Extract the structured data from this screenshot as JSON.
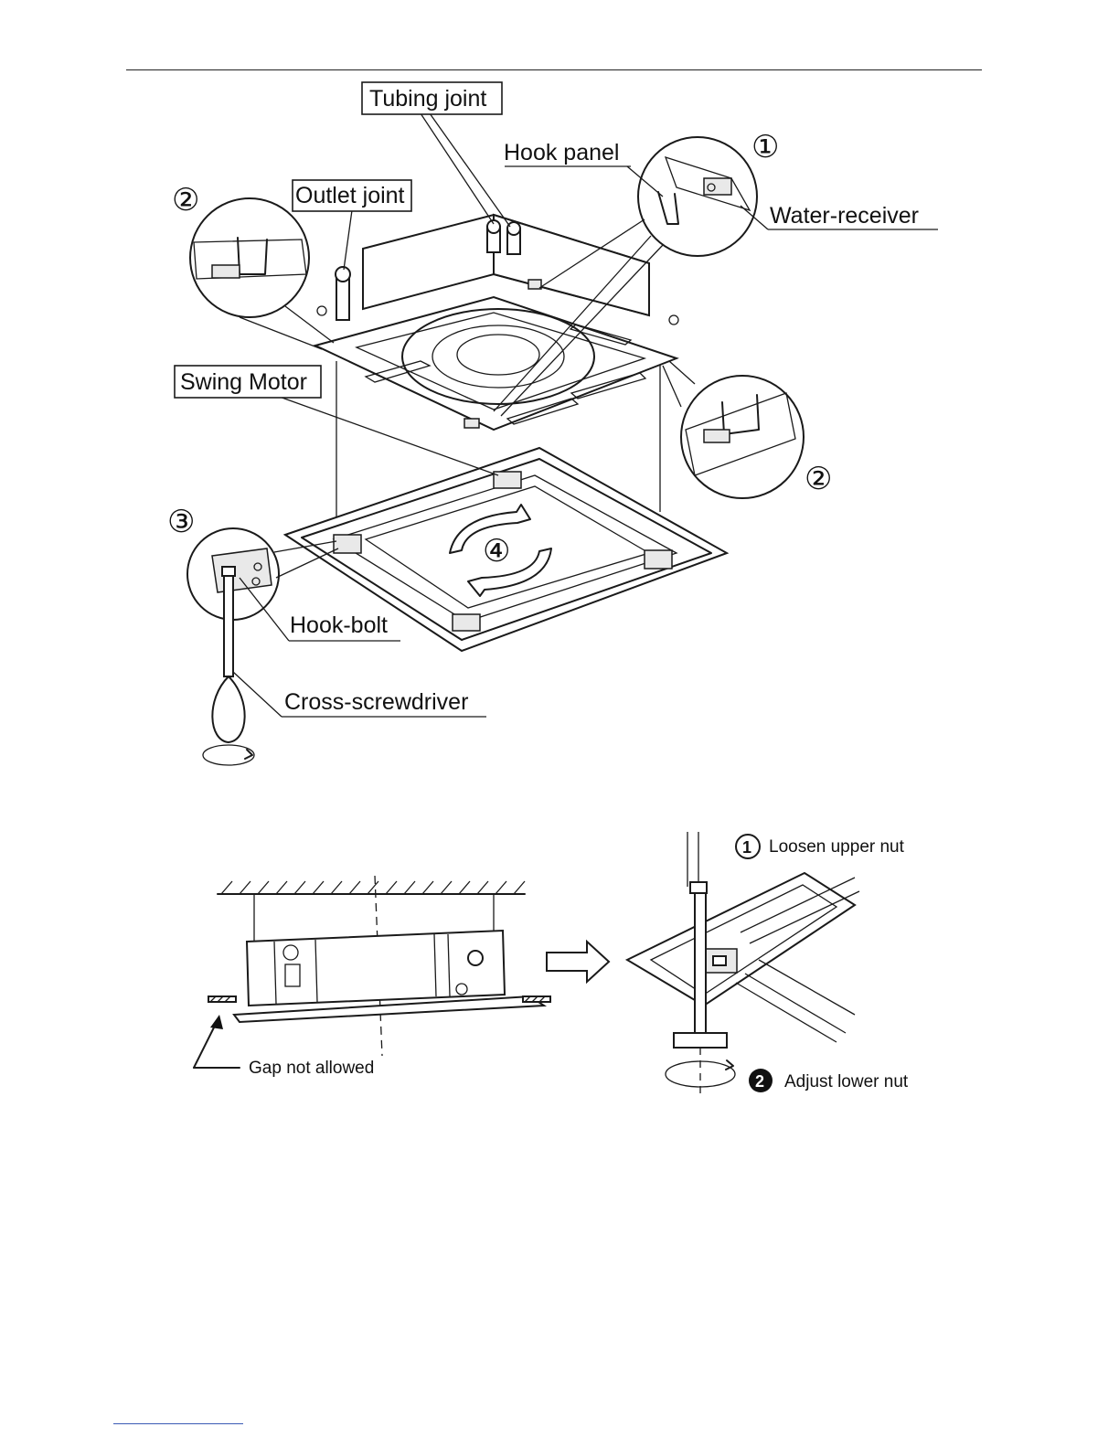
{
  "figure1": {
    "labels": {
      "tubing_joint": "Tubing joint",
      "hook_panel": "Hook panel",
      "outlet_joint": "Outlet joint",
      "water_receiver": "Water-receiver",
      "swing_motor": "Swing Motor",
      "hook_bolt": "Hook-bolt",
      "cross_screwdriver": "Cross-screwdriver"
    },
    "markers": {
      "m1": "①",
      "m2_left": "②",
      "m2_right": "②",
      "m3": "③",
      "m4": "④"
    }
  },
  "figure2": {
    "gap_not_allowed": "Gap not allowed",
    "loosen_upper_nut": "Loosen upper nut",
    "adjust_lower_nut": "Adjust lower nut",
    "step1": "1",
    "step2": "2"
  },
  "colors": {
    "line": "#1a1a1a",
    "footer_link": "#3b5bb5"
  }
}
